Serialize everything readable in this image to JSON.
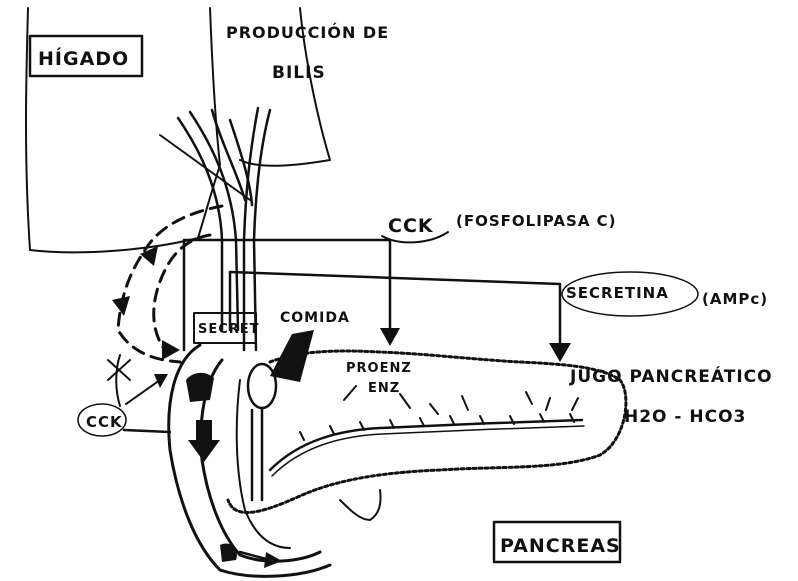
{
  "labels": {
    "higado": "HÍGADO",
    "produccion_line1": "PRODUCCIÓN DE",
    "produccion_line2": "BILIS",
    "cck_top": "CCK",
    "fosfolipasa": "(FOSFOLIPASA C)",
    "secretina": "SECRETINA",
    "ampc": "(AMPc)",
    "secret_box": "SECRET",
    "comida": "COMIDA",
    "proenz_line1": "PROENZ",
    "proenz_line2": "ENZ",
    "cck_left": "CCK",
    "jugo_pancreatico": "JUGO PANCREÁTICO",
    "h2o_hco3": "H2O - HCO3",
    "pancreas": "PANCREAS"
  },
  "colors": {
    "ink": "#111111",
    "paper": "#ffffff"
  }
}
